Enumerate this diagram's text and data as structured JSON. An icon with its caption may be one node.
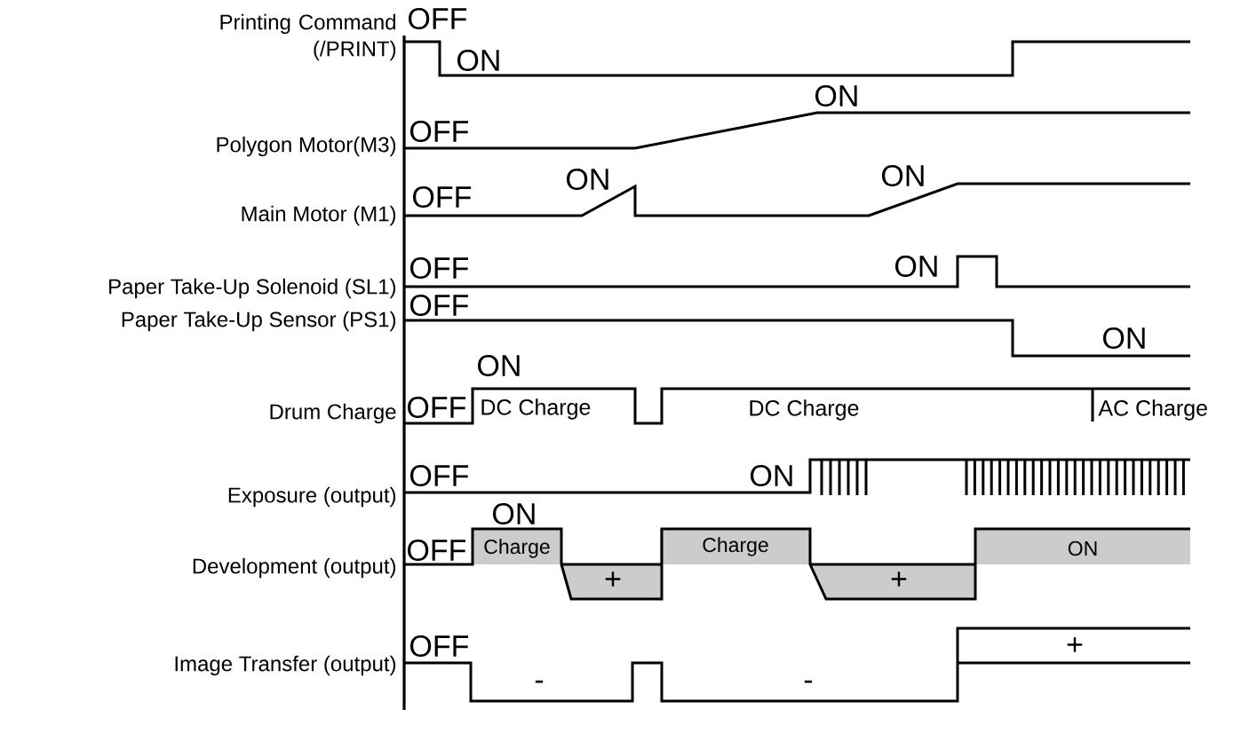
{
  "diagram": {
    "labels": [
      "Printing Command (/PRINT)",
      "OFF",
      "ON",
      "ON",
      "OFF",
      "Polygon Motor(M3)",
      "ON",
      "ON",
      "OFF",
      "Main Motor (M1)",
      "OFF",
      "ON",
      "Paper Take-Up Solenoid (SL1)",
      "OFF",
      "Paper Take-Up Sensor (PS1)",
      "ON",
      "ON",
      "Drum Charge",
      "OFF",
      "DC Charge",
      "DC Charge",
      "AC Charge",
      "OFF",
      "ON",
      "Exposure (output)",
      "ON",
      "OFF",
      "Charge",
      "Charge",
      "ON",
      "Development (output)",
      "+",
      "+",
      "OFF",
      "+",
      "Image Transfer (output)",
      "-",
      "-"
    ]
  }
}
